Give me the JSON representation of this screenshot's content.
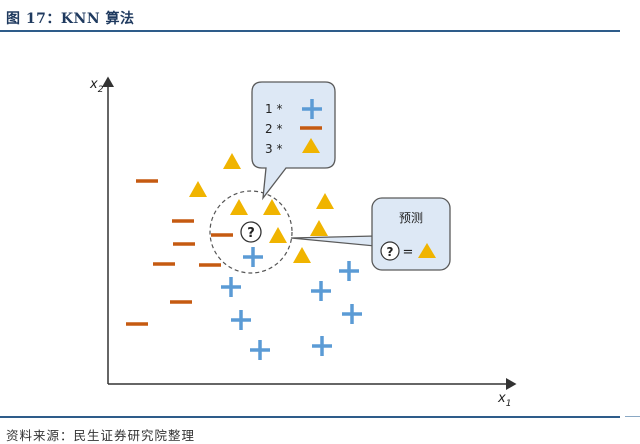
{
  "figure_title": "图 17：KNN 算法",
  "source_note": "资料来源：民生证券研究院整理",
  "axes": {
    "x_label": "x",
    "x_sub": "1",
    "y_label": "x",
    "y_sub": "2"
  },
  "query_symbol": "?",
  "neighbor_callout": {
    "rows": [
      {
        "rank": "1 *",
        "icon": "plus-icon"
      },
      {
        "rank": "2 *",
        "icon": "minus-icon"
      },
      {
        "rank": "3 *",
        "icon": "triangle-icon"
      }
    ]
  },
  "prediction_callout": {
    "title": "预测",
    "equals": "=",
    "result_icon": "triangle-icon"
  },
  "colors": {
    "plus": "#5b9bd5",
    "minus": "#c55a11",
    "triangle": "#f0b400",
    "callout_bg": "#dde8f5",
    "callout_border": "#5a5a5a"
  }
}
